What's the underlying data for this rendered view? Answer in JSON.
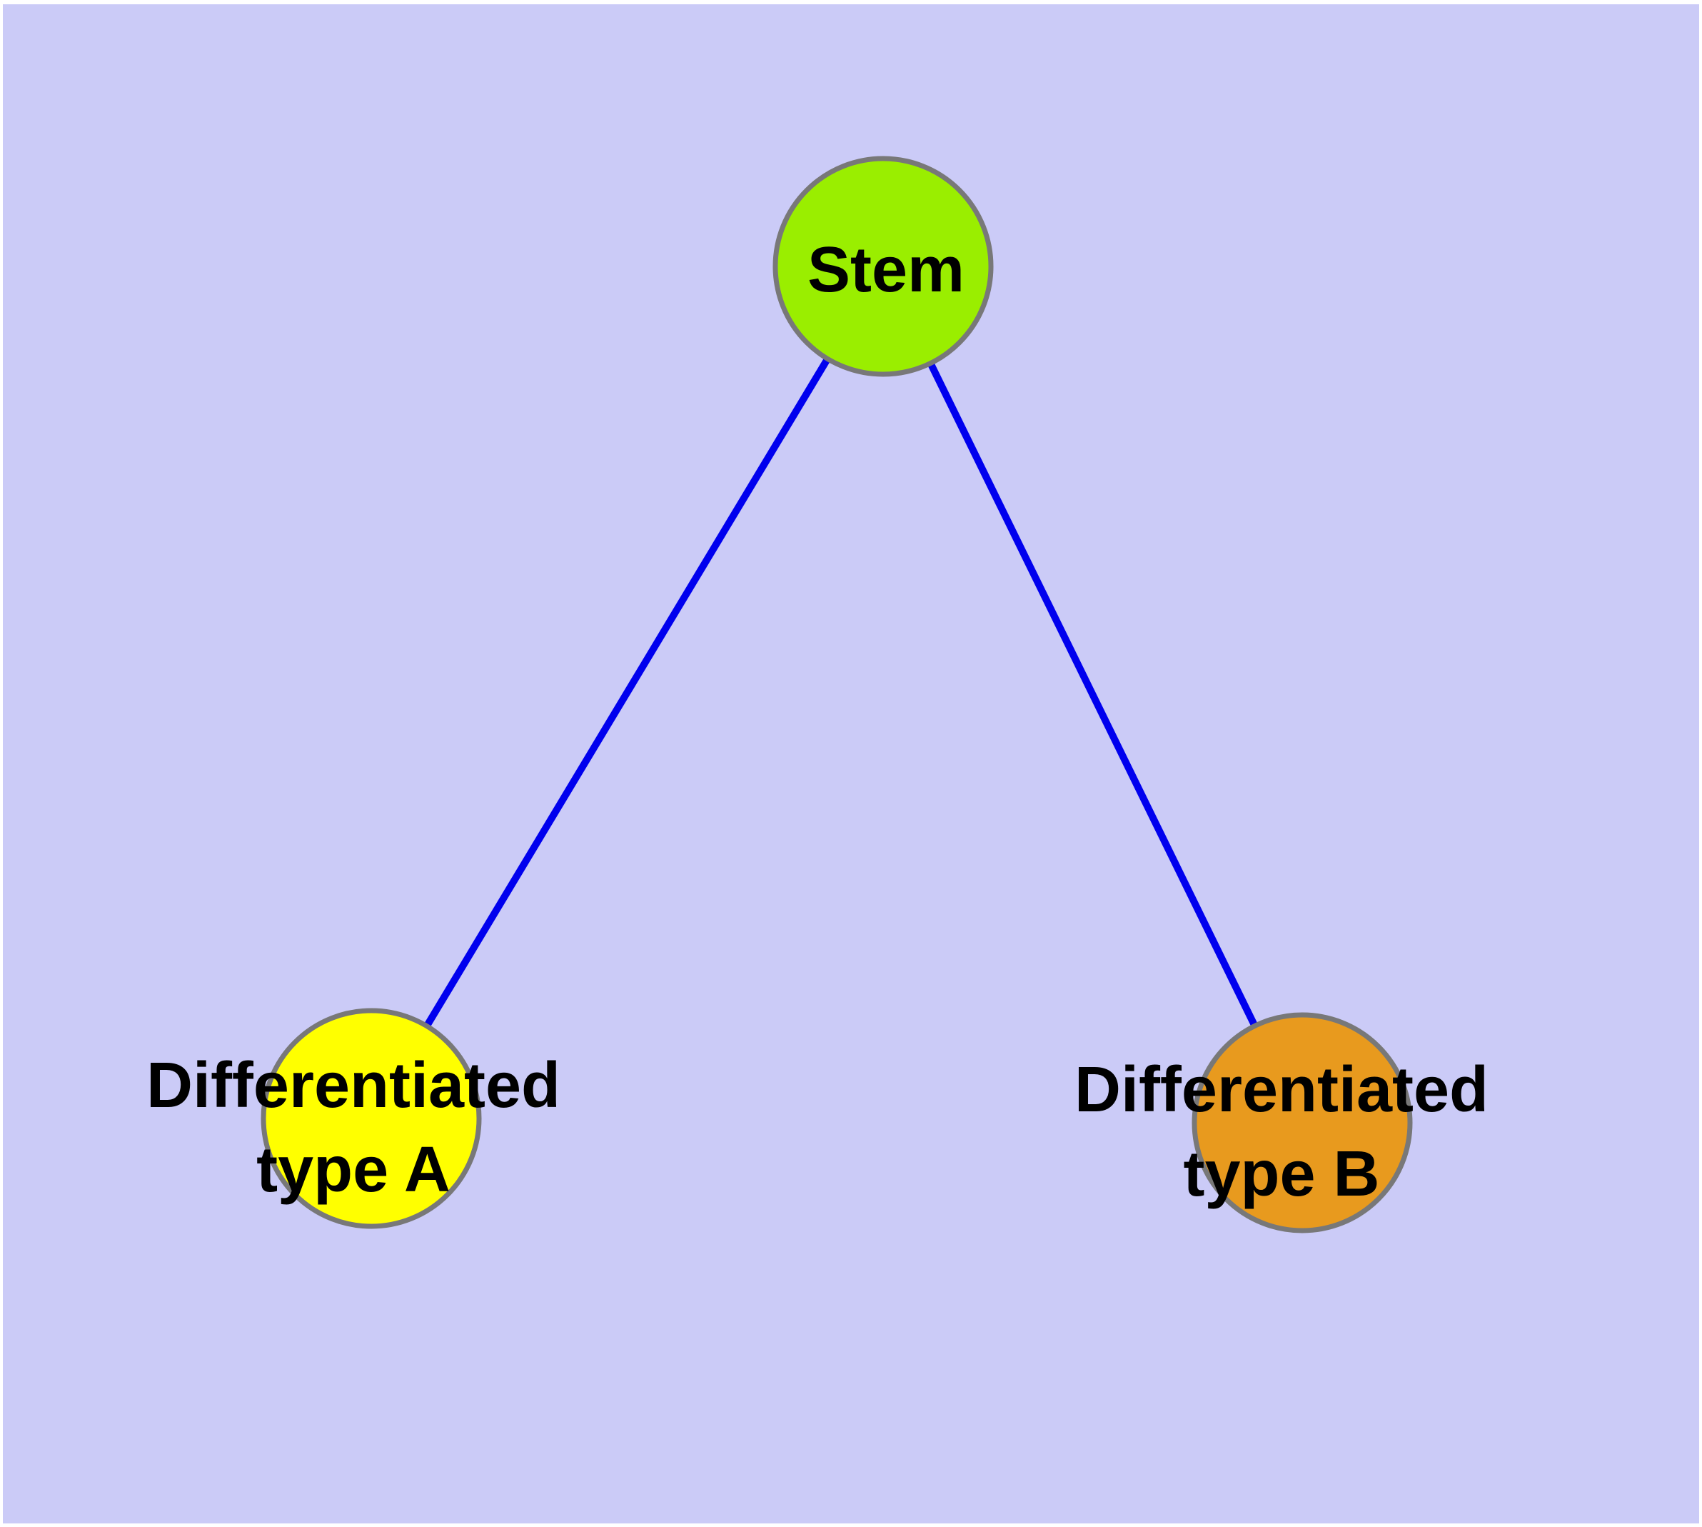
{
  "diagram": {
    "description": "Tree diagram of a stem cell differentiating into two cell types",
    "canvas": {
      "background_color": "#CBCBF7",
      "frame_color": "#FFFFFF"
    },
    "edges": {
      "color": "#0000EE",
      "items": [
        {
          "from": "Stem",
          "to": "Differentiated type A"
        },
        {
          "from": "Stem",
          "to": "Differentiated type B"
        }
      ]
    },
    "nodes": {
      "border_color": "#787878",
      "stem": {
        "label": "Stem",
        "fill": "#9AEE00"
      },
      "type_a": {
        "label_line1": "Differentiated",
        "label_line2": "type A",
        "fill": "#FFFF00"
      },
      "type_b": {
        "label_line1": "Differentiated",
        "label_line2": "type B",
        "fill": "#E89A1E"
      }
    }
  }
}
